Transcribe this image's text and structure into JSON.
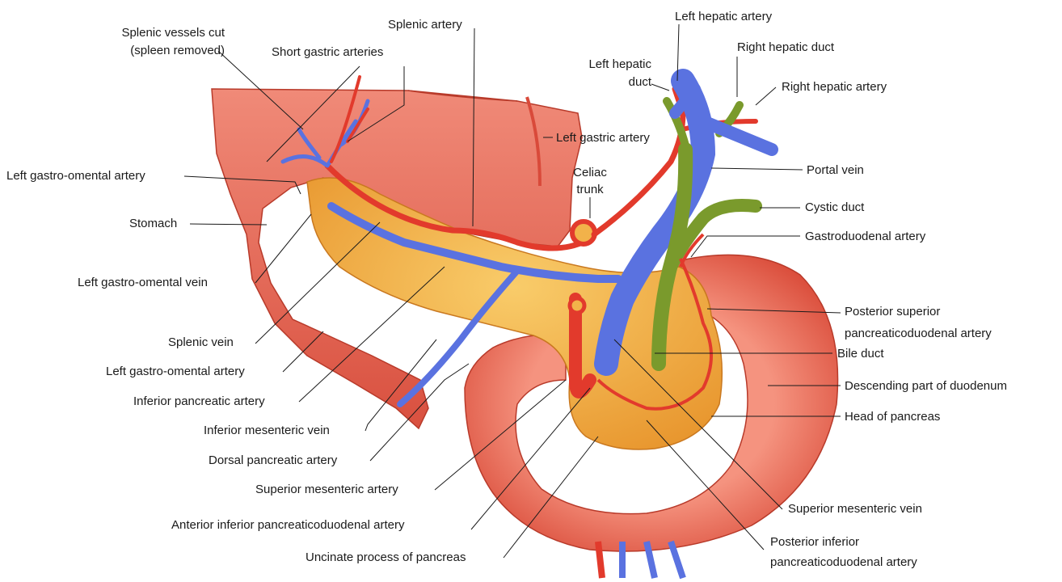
{
  "labels": {
    "splenic_vessels_cut": "Splenic vessels cut",
    "spleen_removed": "(spleen removed)",
    "splenic_artery": "Splenic artery",
    "left_hepatic_artery": "Left hepatic artery",
    "short_gastric_arteries": "Short gastric arteries",
    "right_hepatic_duct": "Right hepatic duct",
    "left_hepatic_duct_1": "Left hepatic",
    "left_hepatic_duct_2": "duct",
    "right_hepatic_artery": "Right hepatic artery",
    "left_gastric_artery": "Left gastric artery",
    "left_gastro_omental_artery_top": "Left gastro-omental artery",
    "celiac_trunk_1": "Celiac",
    "celiac_trunk_2": "trunk",
    "portal_vein": "Portal vein",
    "stomach": "Stomach",
    "cystic_duct": "Cystic duct",
    "gastroduodenal_artery": "Gastroduodenal artery",
    "left_gastro_omental_vein": "Left gastro-omental vein",
    "posterior_superior_1": "Posterior superior",
    "posterior_superior_2": "pancreaticoduodenal artery",
    "splenic_vein": "Splenic vein",
    "bile_duct": "Bile duct",
    "left_gastro_omental_artery_bottom": "Left gastro-omental artery",
    "descending_duodenum": "Descending part of duodenum",
    "inferior_pancreatic_artery": "Inferior pancreatic artery",
    "head_of_pancreas": "Head of pancreas",
    "inferior_mesenteric_vein": "Inferior mesenteric vein",
    "dorsal_pancreatic_artery": "Dorsal pancreatic artery",
    "superior_mesenteric_artery": "Superior mesenteric artery",
    "superior_mesenteric_vein": "Superior mesenteric vein",
    "anterior_inferior_pd_artery": "Anterior inferior pancreaticoduodenal artery",
    "posterior_inferior_1": "Posterior inferior",
    "posterior_inferior_2": "pancreaticoduodenal artery",
    "uncinate_process": "Uncinate process of pancreas"
  },
  "colors": {
    "artery": "#e23a2c",
    "vein": "#5a72e0",
    "duct": "#7a9a2c",
    "stomach": "#ea6a55",
    "duodenum": "#f07a68",
    "pancreas": "#f2b24a",
    "leader": "#1a1a1a"
  }
}
